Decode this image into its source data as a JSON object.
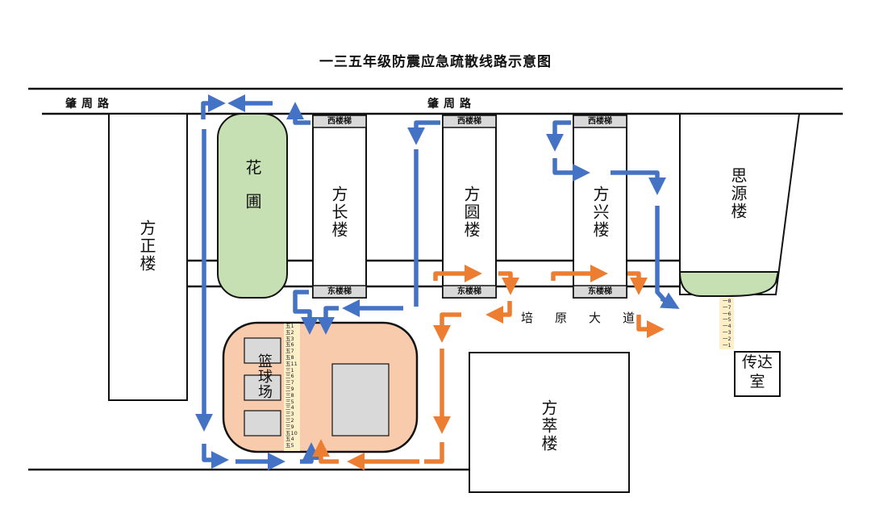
{
  "title": "一三五年级防震应急疏散线路示意图",
  "roads": {
    "top_left": "肇周路",
    "top_middle": "肇周路",
    "main": "培原大道"
  },
  "buildings": {
    "fangzheng": "方正楼",
    "fangchang": "方长楼",
    "fangyuan": "方圆楼",
    "fangxing": "方兴楼",
    "siyuan": "思源楼",
    "fangcui": "方萃楼",
    "garden": "花圃",
    "court": "篮球场",
    "guard": "传达室"
  },
  "stairs": {
    "fangchang_west": "西楼梯",
    "fangchang_east": "东楼梯",
    "fangyuan_west": "西楼梯",
    "fangyuan_east": "东楼梯",
    "fangxing_west": "西楼梯",
    "fangxing_east": "东楼梯"
  },
  "court_classes": [
    "五1",
    "五2",
    "五3",
    "五6",
    "五7",
    "五8",
    "五11",
    "三1",
    "三6",
    "三7",
    "三9",
    "三8",
    "三5",
    "三4",
    "三3",
    "三2",
    "三9",
    "五10",
    "五4",
    "五5"
  ],
  "exit_classes": [
    "一8",
    "一7",
    "一6",
    "一5",
    "一4",
    "一3",
    "一2",
    "一1"
  ],
  "colors": {
    "route_blue": "#4472c4",
    "route_orange": "#ed7d31",
    "garden_green": "#c6e0b4",
    "court_fill": "#f8cbad",
    "stair_fill": "#d9d9d9",
    "list_fill": "#fdf0c8"
  }
}
